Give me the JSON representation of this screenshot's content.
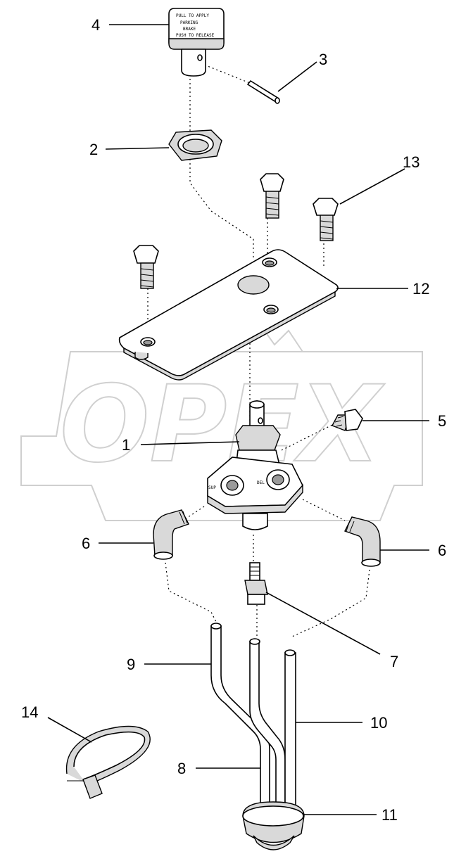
{
  "callouts": {
    "c1": "1",
    "c2": "2",
    "c3": "3",
    "c4": "4",
    "c5": "5",
    "c6a": "6",
    "c6b": "6",
    "c7": "7",
    "c8": "8",
    "c9": "9",
    "c10": "10",
    "c11": "11",
    "c12": "12",
    "c13": "13",
    "c14": "14"
  },
  "knob": {
    "line1": "PULL TO APPLY",
    "line2": "PARKING",
    "line3": "BRAKE",
    "line4": "PUSH TO RELEASE"
  },
  "ports": {
    "left": "SUP",
    "right": "DEL"
  },
  "watermark": {
    "text": "OPEX",
    "logo": "opex-gear-logo"
  },
  "colors": {
    "line": "#000000",
    "shade": "#d9d9d9",
    "watermark": "#cfcfcf"
  }
}
